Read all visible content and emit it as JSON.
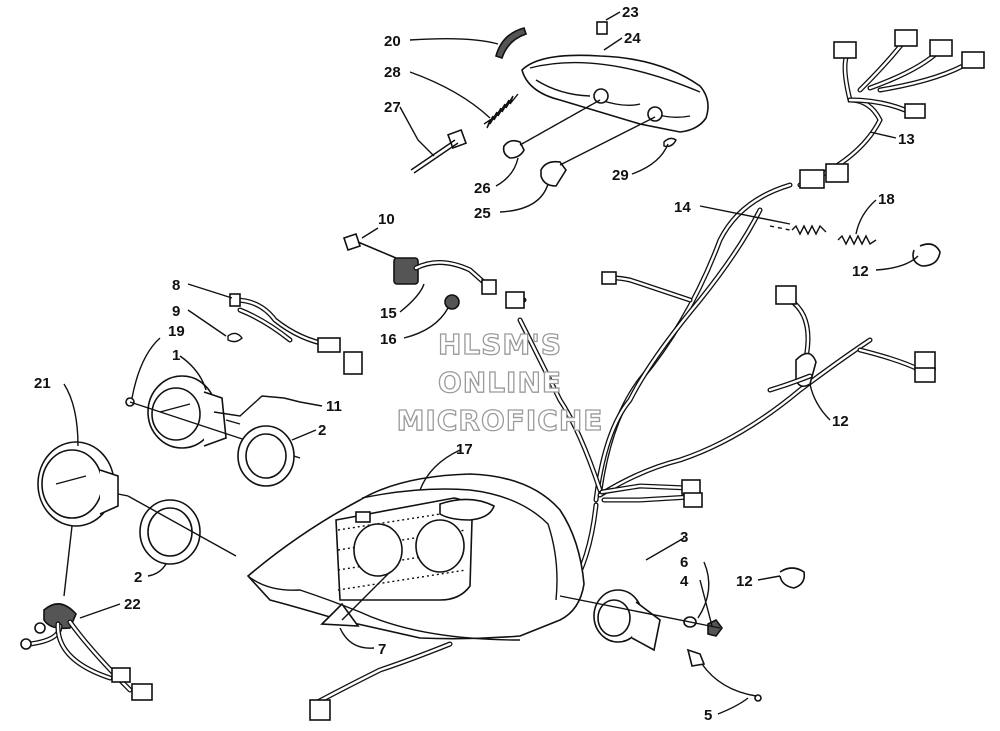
{
  "callouts": [
    {
      "id": "c20",
      "label": "20"
    },
    {
      "id": "c23",
      "label": "23"
    },
    {
      "id": "c24",
      "label": "24"
    },
    {
      "id": "c28",
      "label": "28"
    },
    {
      "id": "c27",
      "label": "27"
    },
    {
      "id": "c26",
      "label": "26"
    },
    {
      "id": "c25",
      "label": "25"
    },
    {
      "id": "c29",
      "label": "29"
    },
    {
      "id": "c13",
      "label": "13"
    },
    {
      "id": "c14",
      "label": "14"
    },
    {
      "id": "c18",
      "label": "18"
    },
    {
      "id": "c12a",
      "label": "12"
    },
    {
      "id": "c10",
      "label": "10"
    },
    {
      "id": "c15",
      "label": "15"
    },
    {
      "id": "c16",
      "label": "16"
    },
    {
      "id": "c8",
      "label": "8"
    },
    {
      "id": "c9",
      "label": "9"
    },
    {
      "id": "c19",
      "label": "19"
    },
    {
      "id": "c1",
      "label": "1"
    },
    {
      "id": "c21",
      "label": "21"
    },
    {
      "id": "c11",
      "label": "11"
    },
    {
      "id": "c2a",
      "label": "2"
    },
    {
      "id": "c12b",
      "label": "12"
    },
    {
      "id": "c17",
      "label": "17"
    },
    {
      "id": "c3",
      "label": "3"
    },
    {
      "id": "c6",
      "label": "6"
    },
    {
      "id": "c4",
      "label": "4"
    },
    {
      "id": "c12c",
      "label": "12"
    },
    {
      "id": "c2b",
      "label": "2"
    },
    {
      "id": "c22",
      "label": "22"
    },
    {
      "id": "c7",
      "label": "7"
    },
    {
      "id": "c5",
      "label": "5"
    }
  ],
  "watermark": {
    "line1": "HLSM'S",
    "line2": "ONLINE",
    "line3": "MICROFICHE"
  }
}
